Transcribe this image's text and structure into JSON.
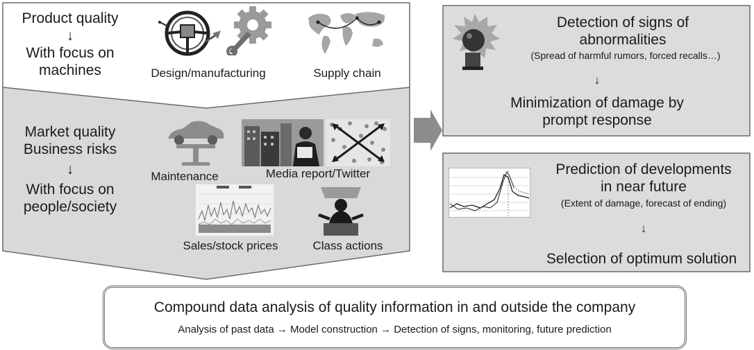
{
  "top_panel": {
    "title_lines": [
      "Product quality",
      "↓",
      "With focus on",
      "machines"
    ],
    "labels": {
      "design": "Design/manufacturing",
      "supply": "Supply chain"
    }
  },
  "middle_panel": {
    "title_lines": [
      "Market quality",
      "Business risks",
      "↓",
      "With focus on",
      "people/society"
    ],
    "labels": {
      "maintenance": "Maintenance",
      "media": "Media report/Twitter",
      "sales": "Sales/stock prices",
      "class_actions": "Class actions"
    }
  },
  "right_top": {
    "line1": "Detection of signs of",
    "line2": "abnormalities",
    "detail": "(Spread of harmful rumors, forced recalls…)",
    "arrow": "↓",
    "result_line1": "Minimization of damage by",
    "result_line2": "prompt response"
  },
  "right_bottom": {
    "line1": "Prediction of developments",
    "line2": "in near future",
    "detail": "(Extent of damage, forecast of ending)",
    "arrow": "↓",
    "result": "Selection of optimum solution"
  },
  "bottom_box": {
    "title": "Compound data analysis of quality information in and outside the company",
    "subtitle": "Analysis of past data → Model construction → Detection of signs, monitoring, future prediction"
  },
  "colors": {
    "panel_white": "#ffffff",
    "panel_gray": "#d9d9d9",
    "right_box": "#dcdcdc",
    "arrow": "#8c8c8c",
    "border": "#6a6a6a"
  }
}
